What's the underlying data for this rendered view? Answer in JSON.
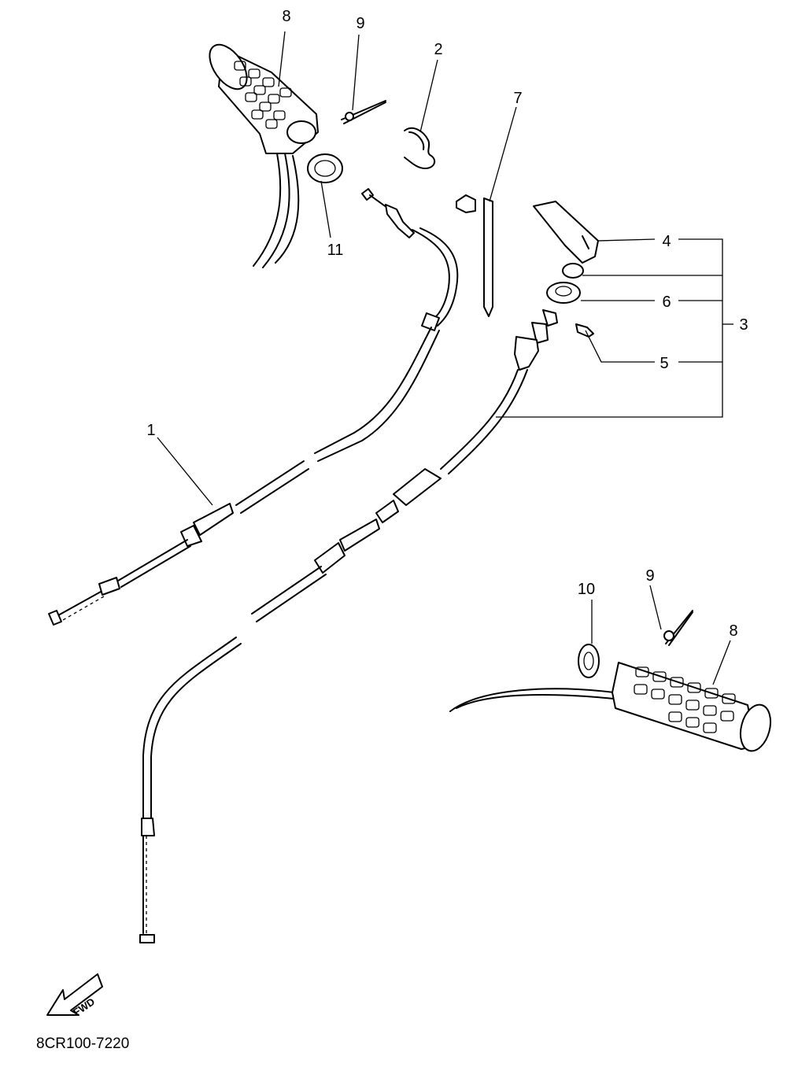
{
  "callouts": {
    "c1": "1",
    "c2": "2",
    "c3": "3",
    "c4": "4",
    "c5": "5",
    "c6": "6",
    "c7": "7",
    "c8_top": "8",
    "c8_right": "8",
    "c9_top": "9",
    "c9_right": "9",
    "c10": "10",
    "c11": "11"
  },
  "direction_label": "FWD",
  "figure_code": "8CR100-7220"
}
